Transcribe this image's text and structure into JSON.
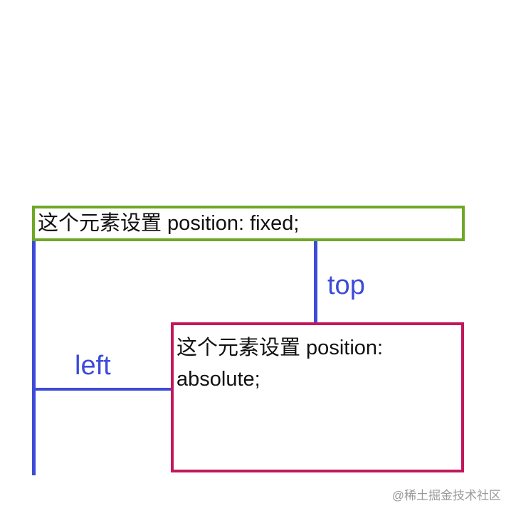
{
  "diagram": {
    "fixed_box": {
      "text": "这个元素设置 position: fixed;"
    },
    "absolute_box": {
      "line1": "这个元素设置 position:",
      "line2": "absolute;"
    },
    "labels": {
      "top": "top",
      "left": "left"
    }
  },
  "watermark": {
    "text": "@稀土掘金技术社区"
  },
  "colors": {
    "fixed_border": "#6FA727",
    "absolute_border": "#C2185B",
    "measure_lines": "#3D4BD7",
    "text": "#111111"
  }
}
